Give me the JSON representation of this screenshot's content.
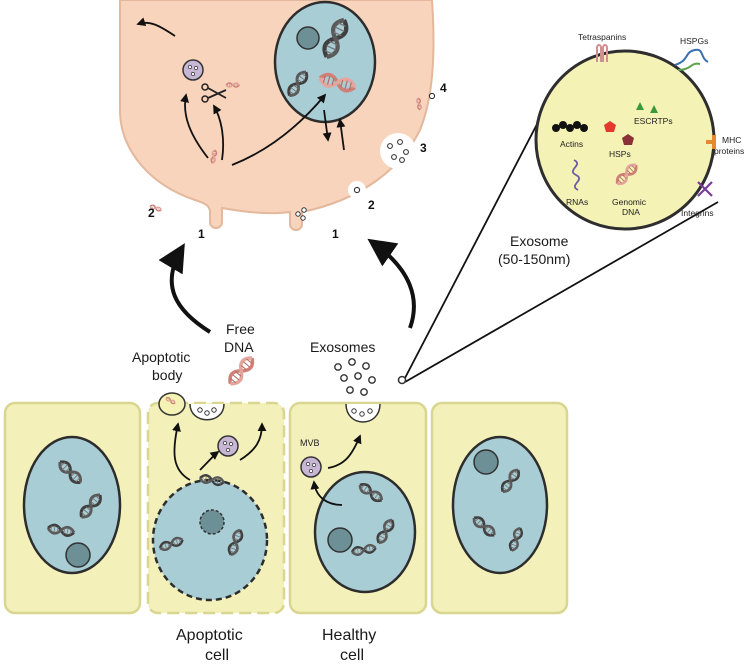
{
  "labels": {
    "free_dna_line1": "Free",
    "free_dna_line2": "DNA",
    "apoptotic_body_line1": "Apoptotic",
    "apoptotic_body_line2": "body",
    "exosomes": "Exosomes",
    "mvb": "MVB",
    "apoptotic_cell_line1": "Apoptotic",
    "apoptotic_cell_line2": "cell",
    "healthy_cell_line1": "Healthy",
    "healthy_cell_line2": "cell",
    "exosome_title": "Exosome",
    "exosome_size": "(50-150nm)"
  },
  "exosome_components": {
    "tetraspanins": "Tetraspanins",
    "hspgs": "HSPGs",
    "escrtps": "ESCRTPs",
    "actins": "Actins",
    "hsps": "HSPs",
    "mhc_line1": "MHC",
    "mhc_line2": "proteins",
    "rnas": "RNAs",
    "genomic_line1": "Genomic",
    "genomic_line2": "DNA",
    "integrins": "Integrins"
  },
  "uptake_numbers": {
    "n1_left": "1",
    "n1_right": "1",
    "n2_left": "2",
    "n2_right": "2",
    "n3": "3",
    "n4": "4"
  },
  "colors": {
    "recipient_cell": "#f8d4bd",
    "cell_body": "#f3f1b9",
    "nucleus": "#a9cdd5",
    "exosome_fill": "#f4f2b4",
    "dna_dark": "#4a4a4a",
    "dna_pink": "#d98f86"
  }
}
